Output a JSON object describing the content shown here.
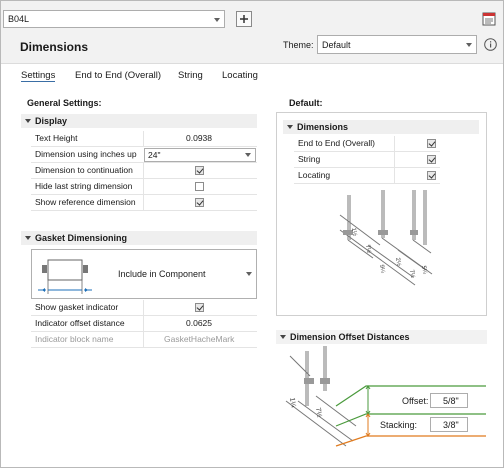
{
  "toolbar": {
    "project_select": "B04L",
    "add_icon": "plus-icon",
    "export_icon": "export-sheet-icon"
  },
  "header": {
    "title": "Dimensions",
    "theme_label": "Theme:",
    "theme_value": "Default",
    "info_icon": "info-icon"
  },
  "tabs": [
    {
      "label": "Settings",
      "selected": true
    },
    {
      "label": "End to End (Overall)",
      "selected": false
    },
    {
      "label": "String",
      "selected": false
    },
    {
      "label": "Locating",
      "selected": false
    }
  ],
  "general": {
    "heading": "General Settings:",
    "display": {
      "title": "Display",
      "rows": {
        "text_height_label": "Text Height",
        "text_height_value": "0.0938",
        "inches_label": "Dimension using inches up",
        "inches_value": "24\"",
        "continuation_label": "Dimension to continuation",
        "continuation_checked": true,
        "hide_last_label": "Hide last string dimension",
        "hide_last_checked": false,
        "show_ref_label": "Show reference dimension",
        "show_ref_checked": true
      }
    },
    "gasket": {
      "title": "Gasket Dimensioning",
      "mode_value": "Include in Component",
      "show_indicator_label": "Show gasket indicator",
      "show_indicator_checked": true,
      "offset_label": "Indicator offset distance",
      "offset_value": "0.0625",
      "block_label": "Indicator block name",
      "block_value": "GasketHacheMark"
    }
  },
  "default": {
    "heading": "Default:",
    "dimensions": {
      "title": "Dimensions",
      "rows": [
        {
          "label": "End to End (Overall)",
          "checked": true
        },
        {
          "label": "String",
          "checked": true
        },
        {
          "label": "Locating",
          "checked": true
        }
      ]
    },
    "preview_labels": {
      "a": "1½",
      "b": "7½",
      "c": "2½",
      "d": "9¼",
      "e": "7½",
      "f": "5¼"
    }
  },
  "offsets": {
    "title": "Dimension Offset Distances",
    "offset_label": "Offset:",
    "offset_value": "5/8\"",
    "stacking_label": "Stacking:",
    "stacking_value": "3/8\"",
    "preview_labels": {
      "a": "1¼",
      "b": "7½"
    },
    "colors": {
      "green": "#4a9a3c",
      "orange": "#e07b1f"
    }
  }
}
